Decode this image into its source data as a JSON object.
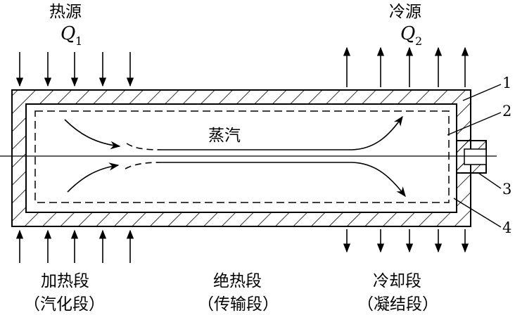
{
  "heat_source": {
    "label": "热源",
    "symbol": "Q",
    "subscript": "1"
  },
  "cold_source": {
    "label": "冷源",
    "symbol": "Q",
    "subscript": "2"
  },
  "vapor_label": "蒸汽",
  "callouts": [
    "1",
    "2",
    "3",
    "4"
  ],
  "sections": {
    "heating": {
      "label": "加热段",
      "alt": "（汽化段）"
    },
    "adiabatic": {
      "label": "绝热段",
      "alt": "（传输段）"
    },
    "cooling": {
      "label": "冷却段",
      "alt": "（凝结段）"
    }
  }
}
